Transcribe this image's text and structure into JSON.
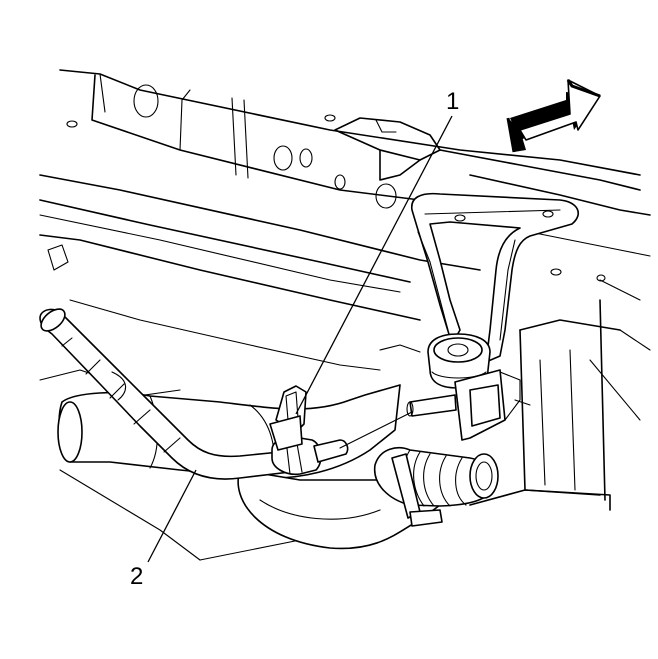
{
  "callouts": {
    "one": "1",
    "two": "2"
  },
  "parts": [
    "vehicle-frame",
    "rubber-isolator-bracket",
    "exhaust-pipe",
    "hose-clamp",
    "fuel-filler-vent-hose",
    "direction-arrow"
  ],
  "colors": {
    "line": "#000000",
    "background": "#ffffff"
  }
}
